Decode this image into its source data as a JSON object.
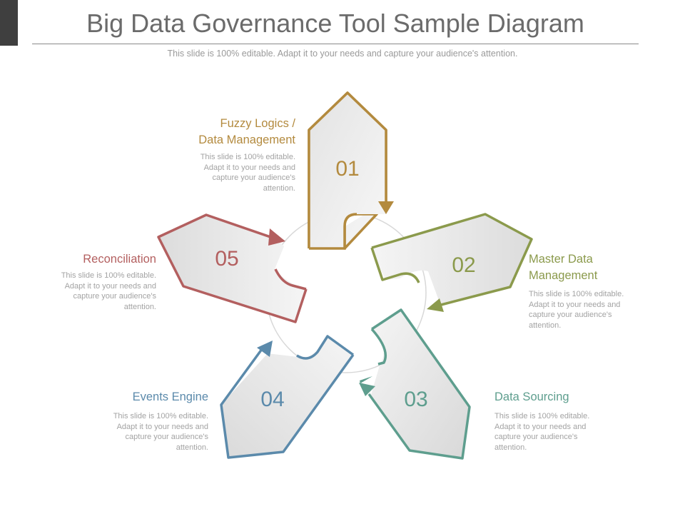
{
  "slide": {
    "title": "Big Data Governance Tool Sample Diagram",
    "subtitle": "This slide is 100% editable. Adapt it to your needs and capture your audience's attention."
  },
  "colors": {
    "step1": "#b38a3e",
    "step2": "#8b9a4c",
    "step3": "#5e9e8e",
    "step4": "#5b8aab",
    "step5": "#b35f5f",
    "label_text": "#9a9a9a"
  },
  "steps": [
    {
      "number": "01",
      "label_line1": "Fuzzy Logics /",
      "label_line2": "Data Management",
      "desc": [
        "This slide is 100% editable.",
        "Adapt it to your needs and",
        "capture your audience's",
        "attention."
      ]
    },
    {
      "number": "02",
      "label_line1": "Master Data",
      "label_line2": "Management",
      "desc": [
        "This slide is 100% editable.",
        "Adapt it to your needs and",
        "capture your audience's",
        "attention."
      ]
    },
    {
      "number": "03",
      "label_line1": "Data Sourcing",
      "label_line2": "",
      "desc": [
        "This slide is 100% editable.",
        "Adapt it to your needs and",
        "capture your audience's",
        "attention."
      ]
    },
    {
      "number": "04",
      "label_line1": "Events Engine",
      "label_line2": "",
      "desc": [
        "This slide is 100% editable.",
        "Adapt it to your needs and",
        "capture your audience's",
        "attention."
      ]
    },
    {
      "number": "05",
      "label_line1": "Reconciliation",
      "label_line2": "",
      "desc": [
        "This slide is 100% editable.",
        "Adapt it to your needs and",
        "capture your audience's",
        "attention."
      ]
    }
  ]
}
